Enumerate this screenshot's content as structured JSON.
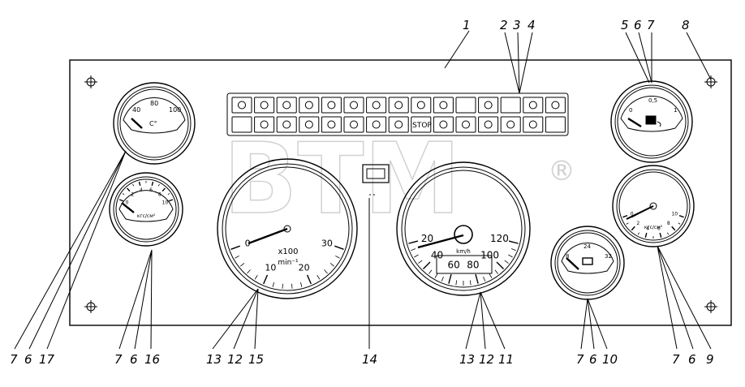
{
  "callouts": {
    "top": [
      "1",
      "2",
      "3",
      "4",
      "5",
      "6",
      "7",
      "8"
    ],
    "bottom_left": [
      "7",
      "6",
      "17"
    ],
    "bottom_mid_left": [
      "7",
      "6",
      "16"
    ],
    "tacho": [
      "13",
      "12",
      "15"
    ],
    "center": [
      "14"
    ],
    "speedo": [
      "13",
      "12",
      "11"
    ],
    "volt": [
      "7",
      "6",
      "10"
    ],
    "right": [
      "7",
      "6",
      "9"
    ]
  },
  "temp_gauge": {
    "t40": "40",
    "t80": "80",
    "t100": "100",
    "unit": "C°"
  },
  "oil_small_gauge": {
    "ticks": [
      "0",
      "2",
      "4",
      "6",
      "8",
      "10"
    ],
    "unit": "кгс/см²"
  },
  "fuel_gauge": {
    "t0": "0",
    "t05": "0,5",
    "t1": "1"
  },
  "air_gauge": {
    "ticks": [
      "0",
      "2",
      "4",
      "6",
      "8",
      "10"
    ],
    "unit": "кгс/см²"
  },
  "volt_gauge": {
    "t8": "8",
    "t24": "24",
    "t32": "32"
  },
  "tacho": {
    "ticks": [
      "0",
      "10",
      "20",
      "30"
    ],
    "unit1": "x100",
    "unit2": "min⁻¹"
  },
  "speedo": {
    "ticks": [
      "20",
      "40",
      "60",
      "80",
      "100",
      "120"
    ],
    "unit": "km/h"
  },
  "warning_panel": {
    "stop_label": "STOP"
  },
  "watermark": {
    "text": "BTM",
    "mark": "®"
  }
}
